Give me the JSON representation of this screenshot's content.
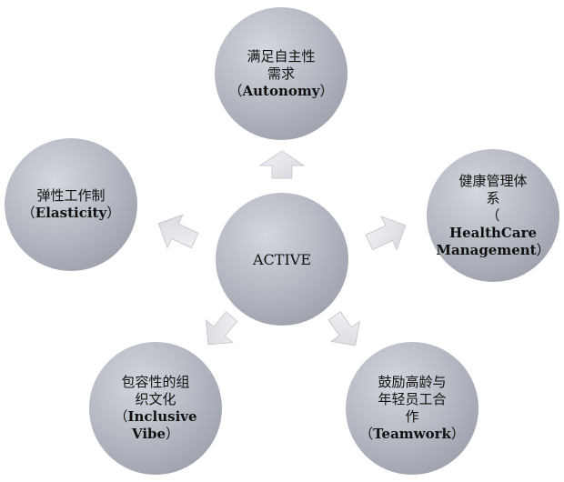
{
  "center": {
    "label": "ACTIVE"
  },
  "nodes": [
    {
      "id": "autonomy",
      "lines": [
        "满足自主性",
        "需求"
      ],
      "paren_open": "（",
      "en_initial": "A",
      "en_rest": "utonomy",
      "paren_close": "）"
    },
    {
      "id": "healthcare",
      "lines": [
        "健康管理体",
        "系"
      ],
      "paren_open": "（",
      "en_initial": "H",
      "en_rest": "ealthCare",
      "en_line2": "Management",
      "paren_close": "）"
    },
    {
      "id": "teamwork",
      "lines": [
        "鼓励高龄与",
        "年轻员工合",
        "作"
      ],
      "paren_open": "（",
      "en_initial": "T",
      "en_rest": "eamwork",
      "paren_close": "）"
    },
    {
      "id": "inclusive",
      "lines": [
        "包容性的组",
        "织文化"
      ],
      "paren_open": "（",
      "en_initial": "I",
      "en_rest": "nclusive",
      "en_initial2": "V",
      "en_rest2": "ibe",
      "paren_close": "）"
    },
    {
      "id": "elasticity",
      "lines": [
        "弹性工作制"
      ],
      "paren_open": "（",
      "en_initial": "E",
      "en_rest": "lasticity",
      "paren_close": "）"
    }
  ],
  "colors": {
    "circle": "#aeb3bd",
    "arrow": "#e6e8eb"
  }
}
